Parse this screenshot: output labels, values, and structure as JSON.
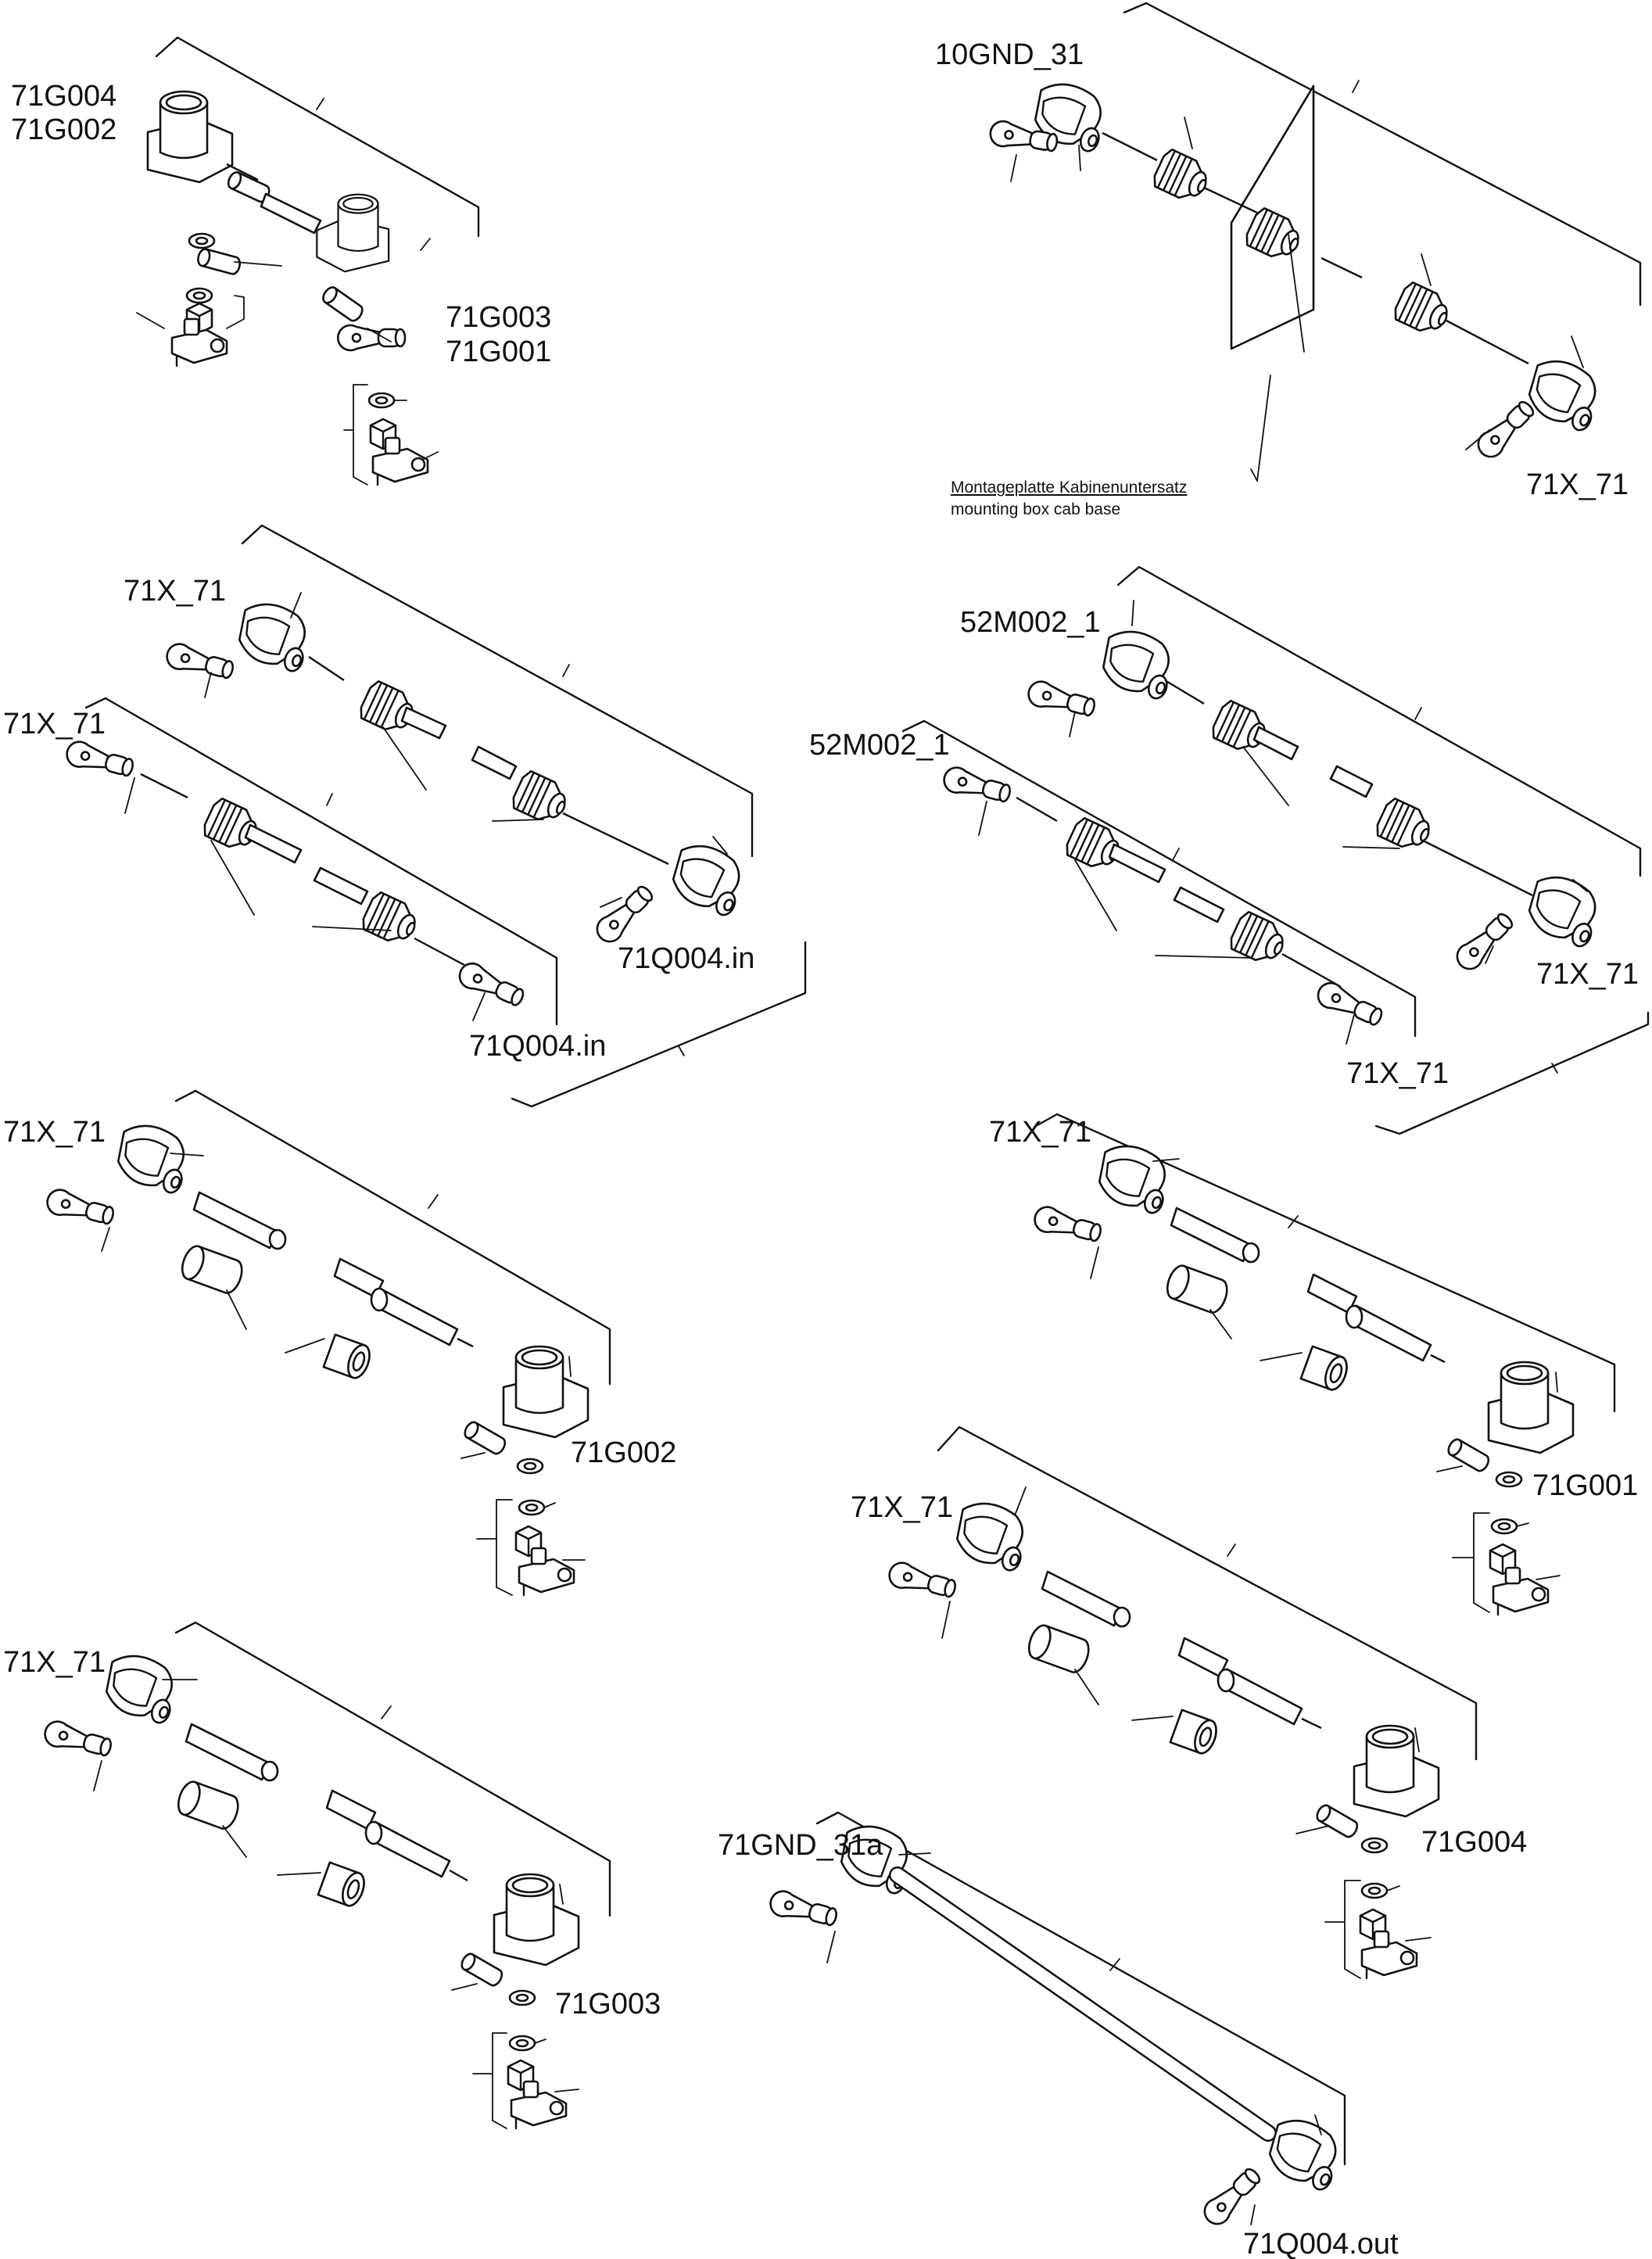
{
  "diagram": {
    "labels": {
      "a1_top": "71G004",
      "a1_top2": "71G002",
      "a1_bottom": "71G003",
      "a1_bottom2": "71G001",
      "a2_top": "10GND_31",
      "a2_bottom": "71X_71",
      "plate_de": "Montageplatte Kabinenuntersatz",
      "plate_en": "mounting box cab base",
      "a3_top": "71X_71",
      "a3_end": "71Q004.in",
      "a4_top": "71X_71",
      "a4_end": "71Q004.in",
      "a5_top": "52M002_1",
      "a5_end": "71X_71",
      "a6_top": "52M002_1",
      "a6_end": "71X_71",
      "a7_top": "71X_71",
      "a7_end": "71G002",
      "a8_top": "71X_71",
      "a8_end": "71G001",
      "a9_top": "71X_71",
      "a9_end": "71G004",
      "a10_top": "71X_71",
      "a10_end": "71G003",
      "a11_top": "71GND_31a",
      "a11_end": "71Q004.out"
    }
  }
}
